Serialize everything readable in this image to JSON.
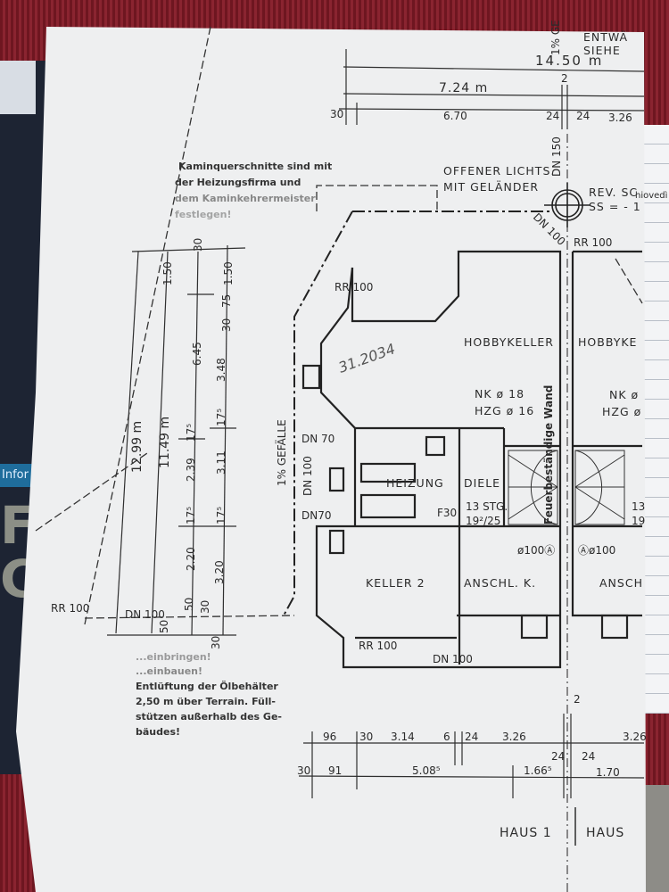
{
  "background": {
    "magazine": {
      "band_text": "Infor",
      "big_letters": [
        "F",
        "C"
      ]
    },
    "notebook_header": "hiovedì je"
  },
  "header": {
    "gefaelle": "1% GE",
    "entwaesserung": "ENTWÄ",
    "siehe": "SIEHE"
  },
  "top_dimensions": {
    "total": "14.50 m",
    "house": "7.24 m",
    "wall_left": "30",
    "inner": "6.70",
    "wall_a": "24",
    "gap": "2",
    "wall_b": "24",
    "neighbor": "3.26"
  },
  "notes": {
    "chimney": [
      "Kaminquerschnitte sind mit",
      "der Heizungsfirma und",
      "dem Kaminkehrermeister",
      "festlegen!"
    ],
    "oil": [
      "...einbringen!",
      "...einbauen!",
      "Entlüftung der Ölbehälter",
      "2,50 m über Terrain. Füll-",
      "stützen außerhalb des Ge-",
      "bäudes!"
    ]
  },
  "labels": {
    "opening_1": "OFFENER LICHTS.",
    "opening_2": "MIT GELÄNDER",
    "dn150": "DN 150",
    "rev_1": "REV. SC",
    "rev_2": "SS = - 1",
    "dn100_diag": "DN 100",
    "rr100_top": "RR 100",
    "rr100_left": "RR 100",
    "rr100_bottom": "RR 100",
    "rr100_far_left": "RR 100",
    "dn100_far_left": "DN 100",
    "dn100_bottom": "DN 100",
    "dn70_a": "DN 70",
    "dn100_vert": "DN 100",
    "dn70_b": "DN70",
    "gefaelle": "1% GEFÄLLE",
    "hobbykeller": "HOBBYKELLER",
    "hobbykeller_2": "HOBBYKE",
    "nk": "NK ø 18",
    "hzg": "HZG ø 16",
    "nk_2": "NK ø",
    "hzg_2": "HZG ø",
    "firewall": "Feuerbeständige Wand",
    "heizung": "HEIZUNG",
    "diele": "DIELE",
    "f30": "F30",
    "stairs_1": "13 STG.",
    "stairs_2": "19²/25",
    "stairs_3": "13",
    "stairs_4": "19",
    "pipe_a": "ø100Ⓐ",
    "pipe_b": "Ⓐø100",
    "keller2": "KELLER 2",
    "anschl": "ANSCHL. K.",
    "anschl_2": "ANSCH",
    "handwritten": "31.2034"
  },
  "left_dimensions": {
    "total": "12.99 m",
    "house": "11.49 m",
    "a1": "1.50",
    "a2": "6.45",
    "a3": "17⁵",
    "a4": "2.39",
    "a5": "17⁵",
    "a6": "2.20",
    "b1": "1.50",
    "b2": "75",
    "b3": "30",
    "b4": "3.48",
    "b5": "17⁵",
    "b6": "3.11",
    "b7": "17⁵",
    "b8": "3.20",
    "top30": "30",
    "s50a": "50",
    "s50b": "50",
    "s30a": "30",
    "s30b": "30"
  },
  "bottom_dimensions": {
    "r1": [
      "96",
      "30",
      "3.14",
      "6",
      "24",
      "3.26",
      "3.26"
    ],
    "mid": [
      "24",
      "2",
      "24"
    ],
    "r2": [
      "30",
      "91",
      "5.08⁵",
      "1.66⁵",
      "1.70"
    ]
  },
  "footer": {
    "house1": "HAUS 1",
    "house2": "HAUS"
  }
}
